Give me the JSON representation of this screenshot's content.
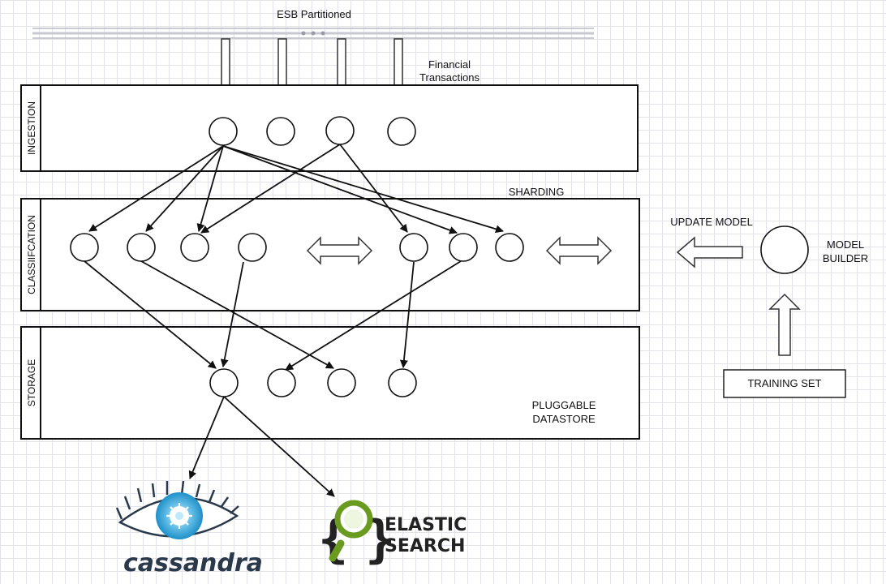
{
  "labels": {
    "esb": "ESB Partitioned",
    "financial_line1": "Financial",
    "financial_line2": "Transactions",
    "ingestion": "INGESTION",
    "classification": "CLASSIIFCATION",
    "storage": "STORAGE",
    "sharding": "SHARDING",
    "update_model": "UPDATE MODEL",
    "model_builder_line1": "MODEL",
    "model_builder_line2": "BUILDER",
    "training_set": "TRAINING SET",
    "pluggable_line1": "PLUGGABLE",
    "pluggable_line2": "DATASTORE"
  },
  "logos": {
    "cassandra": "cassandra",
    "elastic_line1": "ELASTIC",
    "elastic_line2": "SEARCH"
  },
  "colors": {
    "line": "#111111",
    "grid": "#e3e3ea",
    "cassandra_iris": "#1e90c8",
    "cassandra_text": "#2b3a4a",
    "elastic_green": "#6a9a1e"
  }
}
